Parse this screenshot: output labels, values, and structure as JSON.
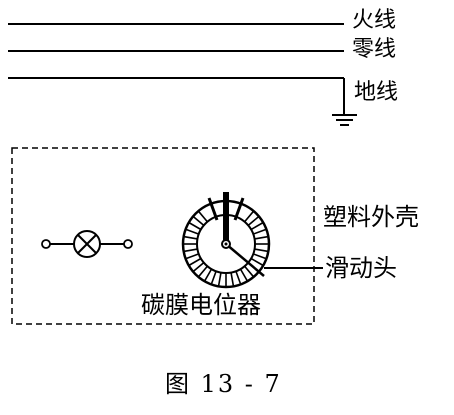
{
  "wires": {
    "live_label": "火线",
    "neutral_label": "零线",
    "ground_label": "地线"
  },
  "enclosure_label": "塑料外壳",
  "slider_label": "滑动头",
  "potentiometer_label": "碳膜电位器",
  "caption": "图 13 - 7"
}
